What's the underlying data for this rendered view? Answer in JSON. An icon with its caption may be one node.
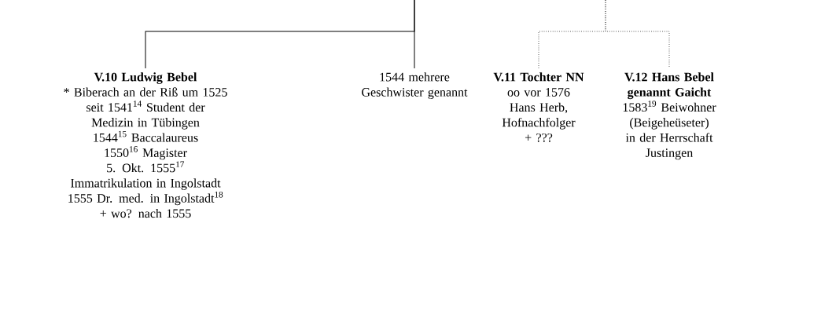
{
  "diagram": {
    "nodes": [
      {
        "text": [
          "V.10 Ludwig Bebel",
          "* Biberach an der Riß um 1525",
          "seit 1541$^{14}$ Student der Medizin in Tübingen",
          "1544$^{15}$ Baccalaureus",
          "1550$^{16}$ Magister",
          "5. Okt. 1555$^{17}$ Immatrikulation in Ingolstadt",
          "1555 Dr. med. in Ingolstadt$^{18}$",
          "+ wo? nach 1555"
        ]
      },
      {
        "text": [
          "1544 mehrere Geschwister genannt"
        ]
      },
      {
        "text": [
          "V.11 Tochter NN",
          "oo vor 1576 Hans Herb, Hofnachfolger",
          "+ ???"
        ]
      },
      {
        "text": [
          "V.12 Hans Bebel genannt Gaicht",
          "1583$^{19}$ Beiwohner (Beigeheüseter) in der Herrschaft Justingen"
        ]
      }
    ],
    "edges": [
      {
        "from": null,
        "to": 0,
        "arrow": "none"
      },
      {
        "from": null,
        "to": 1,
        "arrow": "none"
      },
      {
        "from": null,
        "to": 2,
        "arrow": "none",
        "style": "dashed"
      },
      {
        "from": null,
        "to": 3,
        "arrow": "none",
        "style": "dashed"
      }
    ]
  }
}
